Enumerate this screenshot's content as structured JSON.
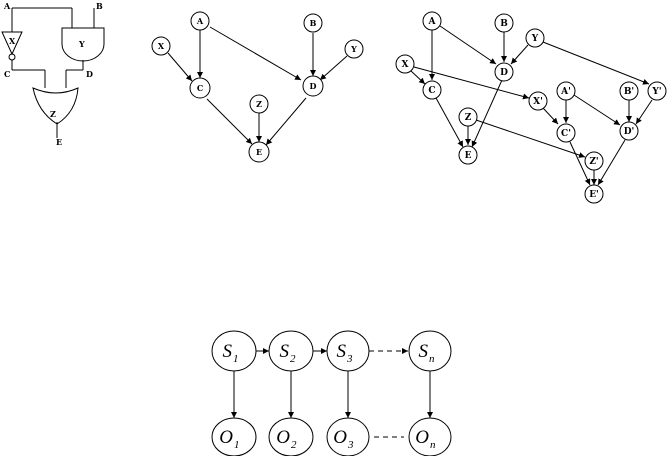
{
  "circuit": {
    "inputs": {
      "a": "A",
      "b": "B"
    },
    "gates": {
      "not": "X",
      "and": "Y",
      "or": "Z"
    },
    "wires": {
      "c": "C",
      "d": "D"
    },
    "output": "E"
  },
  "graph_main": {
    "nodes": [
      "A",
      "B",
      "X",
      "Y",
      "C",
      "Z",
      "D",
      "E"
    ],
    "edges": [
      [
        "A",
        "C"
      ],
      [
        "A",
        "D"
      ],
      [
        "X",
        "C"
      ],
      [
        "B",
        "D"
      ],
      [
        "Y",
        "D"
      ],
      [
        "C",
        "E"
      ],
      [
        "Z",
        "E"
      ],
      [
        "D",
        "E"
      ]
    ]
  },
  "graph_twin": {
    "nodes": [
      "A",
      "B",
      "Y",
      "X",
      "D",
      "C",
      "X'",
      "A'",
      "B'",
      "Y'",
      "Z",
      "C'",
      "D'",
      "E",
      "Z'",
      "E'"
    ],
    "edges": [
      [
        "A",
        "C"
      ],
      [
        "A",
        "D"
      ],
      [
        "B",
        "D"
      ],
      [
        "Y",
        "D"
      ],
      [
        "Y",
        "Y'"
      ],
      [
        "X",
        "C"
      ],
      [
        "X",
        "X'"
      ],
      [
        "C",
        "E"
      ],
      [
        "D",
        "E"
      ],
      [
        "Z",
        "E"
      ],
      [
        "Z",
        "Z'"
      ],
      [
        "X'",
        "C'"
      ],
      [
        "A'",
        "C'"
      ],
      [
        "A'",
        "D'"
      ],
      [
        "B'",
        "D'"
      ],
      [
        "Y'",
        "D'"
      ],
      [
        "C'",
        "E'"
      ],
      [
        "D'",
        "E'"
      ],
      [
        "Z'",
        "E'"
      ]
    ]
  },
  "hmm": {
    "states": [
      {
        "base": "S",
        "sub": "1"
      },
      {
        "base": "S",
        "sub": "2"
      },
      {
        "base": "S",
        "sub": "3"
      },
      {
        "base": "S",
        "sub": "n"
      }
    ],
    "observations": [
      {
        "base": "O",
        "sub": "1"
      },
      {
        "base": "O",
        "sub": "2"
      },
      {
        "base": "O",
        "sub": "3"
      },
      {
        "base": "O",
        "sub": "n"
      }
    ]
  }
}
